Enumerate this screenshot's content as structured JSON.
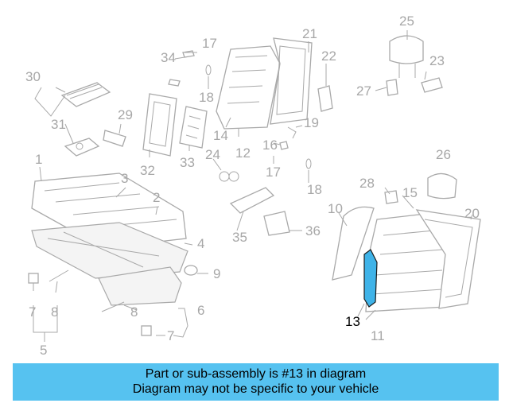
{
  "diagram": {
    "callouts": [
      "17",
      "21",
      "34",
      "25",
      "30",
      "22",
      "23",
      "27",
      "18",
      "29",
      "31",
      "14",
      "12",
      "19",
      "32",
      "33",
      "24",
      "16",
      "17",
      "26",
      "1",
      "3",
      "18",
      "28",
      "15",
      "2",
      "20",
      "10",
      "4",
      "35",
      "36",
      "9",
      "7",
      "8",
      "6",
      "8",
      "7",
      "5",
      "13",
      "11"
    ],
    "highlighted_callout": "13",
    "colors": {
      "highlight": "#3fb3e8",
      "linework": "#a9a9a9",
      "banner": "#56c2f0"
    }
  },
  "banner": {
    "line1": "Part or sub-assembly is #13 in diagram",
    "line2": "Diagram may not be specific to your vehicle"
  }
}
